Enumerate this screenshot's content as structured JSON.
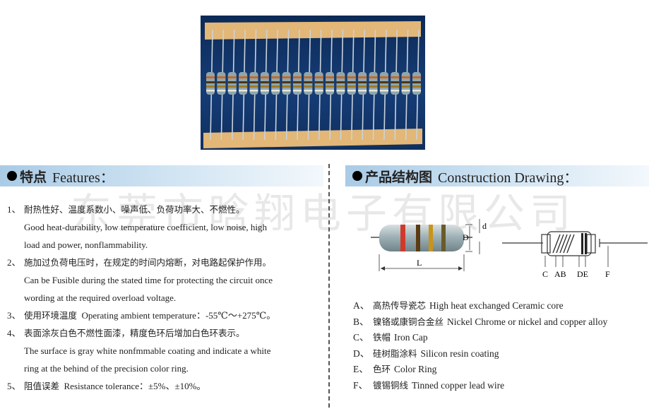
{
  "watermark": "东莞市晗翔电子有限公司",
  "left_header": {
    "cn": "特点",
    "en": "Features："
  },
  "right_header": {
    "cn": "产品结构图",
    "en": "Construction Drawing："
  },
  "features": [
    {
      "num": "1、",
      "cn": "耐热性好、温度系数小、噪声低、负荷功率大、不燃性。",
      "en": [
        "Good heat-durability, low temperature coefficient, low noise, high",
        "load and power, nonflammability."
      ]
    },
    {
      "num": "2、",
      "cn": "施加过负荷电压时，在规定的时间内熔断，对电路起保护作用。",
      "en": [
        "Can be Fusible during the stated time for protecting the circuit once",
        "wording at the required overload voltage."
      ]
    },
    {
      "num": "3、",
      "cn": "使用环境温度",
      "inline_en": "Operating ambient temperature：-55℃～+275℃。",
      "en": []
    },
    {
      "num": "4、",
      "cn": "表面涂灰白色不燃性面漆，精度色环后增加白色环表示。",
      "en": [
        "The surface is gray white nonfmmable coating and indicate a white",
        "ring at the behind of the precision color ring."
      ]
    },
    {
      "num": "5、",
      "cn": "阻值误差",
      "inline_en": "Resistance tolerance：±5%、±10%。",
      "en": []
    }
  ],
  "drawing_labels": {
    "D": "D",
    "d": "d",
    "L": "L",
    "C": "C",
    "AB": "AB",
    "DE": "DE",
    "F": "F"
  },
  "parts": [
    {
      "letter": "A、",
      "cn": "高热传导瓷芯",
      "en": "High heat exchanged Ceramic core"
    },
    {
      "letter": "B、",
      "cn": "镍铬或康铜合金丝",
      "en": "Nickel Chrome or nickel and copper alloy"
    },
    {
      "letter": "C、",
      "cn": "铁帽",
      "en": "Iron Cap"
    },
    {
      "letter": "D、",
      "cn": "硅树脂涂料",
      "en": "Silicon resin coating"
    },
    {
      "letter": "E、",
      "cn": "色环",
      "en": "Color Ring"
    },
    {
      "letter": "F、",
      "cn": "镀锡铜线",
      "en": "Tinned copper lead wire"
    }
  ],
  "colors": {
    "tape": "#e2b777",
    "photo_bg": "#163d77",
    "resistor_body": "#8fa6ad",
    "header_gradient_start": "#a9cbe6",
    "red_band": "#cf3a2c"
  },
  "photo": {
    "resistor_count": 20
  }
}
